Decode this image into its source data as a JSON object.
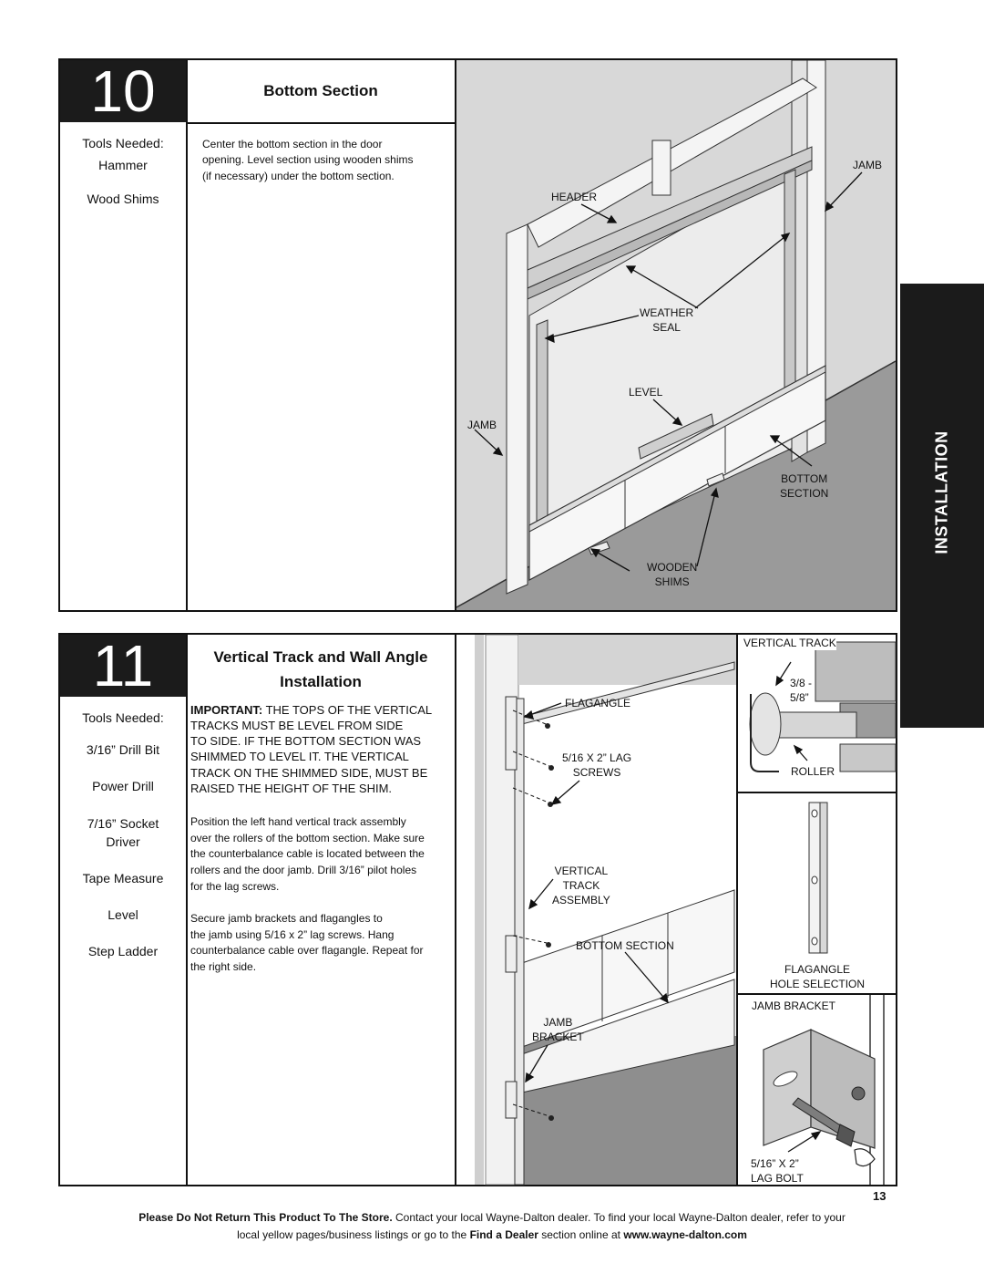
{
  "step10": {
    "number": "10",
    "title": "Bottom Section",
    "tools_heading": "Tools Needed:",
    "tools": [
      "Hammer",
      "Wood Shims"
    ],
    "instructions": [
      "Center the bottom section in the door",
      "opening. Level section using wooden shims",
      "(if necessary) under the bottom section."
    ],
    "labels": {
      "header": "HEADER",
      "jamb_top": "JAMB",
      "weather_seal_1": "WEATHER",
      "weather_seal_2": "SEAL",
      "level": "LEVEL",
      "jamb_left": "JAMB",
      "bottom_section_1": "BOTTOM",
      "bottom_section_2": "SECTION",
      "wooden_shims_1": "WOODEN",
      "wooden_shims_2": "SHIMS"
    }
  },
  "step11": {
    "number": "11",
    "title_line1": "Vertical Track and Wall Angle",
    "title_line2": "Installation",
    "tools_heading": "Tools Needed:",
    "tools": [
      "3/16” Drill Bit",
      "Power Drill",
      "7/16” Socket",
      "Driver",
      "Tape Measure",
      "Level",
      "Step Ladder"
    ],
    "important_lead": "IMPORTANT:",
    "important_lines": [
      " THE TOPS OF THE VERTICAL",
      "TRACKS MUST BE LEVEL FROM SIDE",
      "TO SIDE. IF THE BOTTOM SECTION WAS",
      "SHIMMED TO LEVEL IT. THE VERTICAL",
      "TRACK ON THE SHIMMED SIDE, MUST BE",
      "RAISED THE HEIGHT OF THE SHIM."
    ],
    "para1": [
      "Position the left hand vertical track assembly",
      "over the rollers of the bottom section. Make sure",
      "the counterbalance cable is located between the",
      "rollers and the door jamb. Drill 3/16” pilot holes",
      "for the lag screws."
    ],
    "para2": [
      "Secure jamb brackets and flagangles to",
      "the jamb using 5/16 x 2” lag screws. Hang",
      "counterbalance cable over flagangle. Repeat for",
      "the right side."
    ],
    "labels": {
      "flagangle": "FLAGANGLE",
      "lag_screws_1": "5/16 X 2” LAG",
      "lag_screws_2": "SCREWS",
      "vertical_track_1": "VERTICAL",
      "vertical_track_2": "TRACK",
      "vertical_track_3": "ASSEMBLY",
      "bottom_section": "BOTTOM SECTION",
      "jamb_bracket_1": "JAMB",
      "jamb_bracket_2": "BRACKET"
    },
    "insets": {
      "vertical_track_title": "VERTICAL TRACK",
      "gap_1": "3/8 -",
      "gap_2": "5/8”",
      "roller": "ROLLER",
      "flagangle_1": "FLAGANGLE",
      "flagangle_2": "HOLE SELECTION",
      "jamb_bracket_title": "JAMB BRACKET",
      "lag_bolt_1": "5/16” X 2”",
      "lag_bolt_2": "LAG BOLT"
    }
  },
  "side_tab": "INSTALLATION",
  "page_number": "13",
  "footer": {
    "bold1": "Please Do Not Return This Product To The Store.",
    "text1": " Contact your local Wayne-Dalton dealer. To find your local Wayne-Dalton dealer, refer to your",
    "text2": "local yellow pages/business listings or go to the ",
    "bold2": "Find a Dealer",
    "text3": " section online at ",
    "bold3": "www.wayne-dalton.com"
  }
}
